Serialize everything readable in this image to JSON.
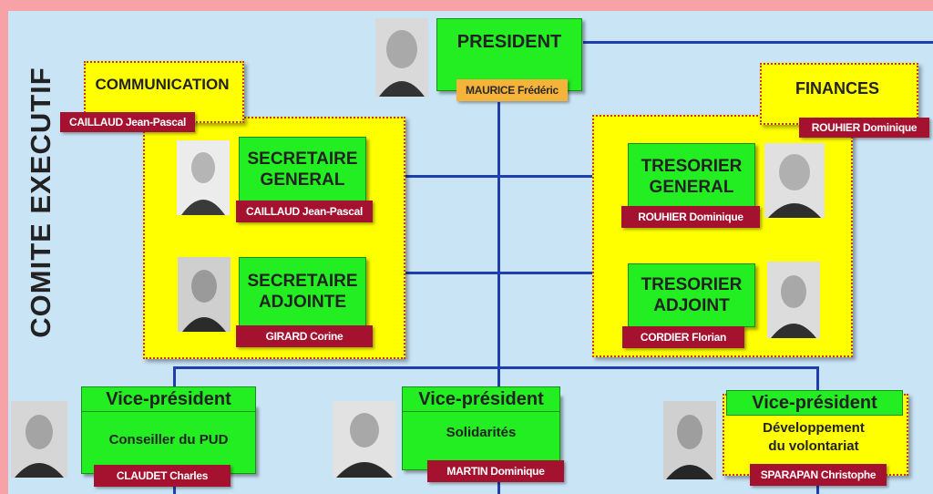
{
  "side_title": "COMITE EXECUTIF",
  "president": {
    "title": "PRESIDENT",
    "name": "MAURICE Frédéric"
  },
  "communication": {
    "title": "COMMUNICATION",
    "name": "CAILLAUD Jean-Pascal"
  },
  "finances": {
    "title": "FINANCES",
    "name": "ROUHIER Dominique"
  },
  "secretaire_general": {
    "title_line1": "SECRETAIRE",
    "title_line2": "GENERAL",
    "name": "CAILLAUD Jean-Pascal"
  },
  "secretaire_adjointe": {
    "title_line1": "SECRETAIRE",
    "title_line2": "ADJOINTE",
    "name": "GIRARD Corine"
  },
  "tresorier_general": {
    "title_line1": "TRESORIER",
    "title_line2": "GENERAL",
    "name": "ROUHIER Dominique"
  },
  "tresorier_adjoint": {
    "title_line1": "TRESORIER",
    "title_line2": "ADJOINT",
    "name": "CORDIER Florian"
  },
  "vp1": {
    "title": "Vice-président",
    "role": "Conseiller du PUD",
    "name": "CLAUDET Charles"
  },
  "vp2": {
    "title": "Vice-président",
    "role": "Solidarités",
    "name": "MARTIN Dominique"
  },
  "vp3": {
    "title": "Vice-président",
    "role_line1": "Développement",
    "role_line2": "du volontariat",
    "name": "SPARAPAN Christophe"
  }
}
